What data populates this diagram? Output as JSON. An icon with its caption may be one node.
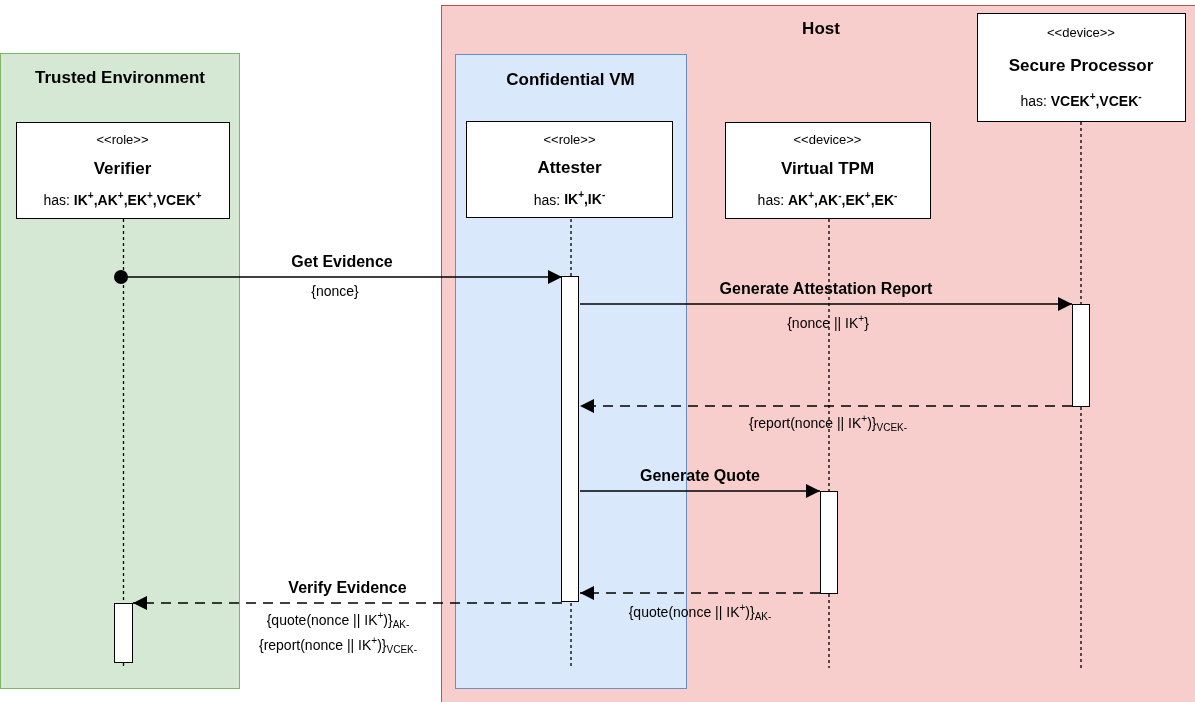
{
  "diagram": {
    "nodes": [
      {
        "text": [
          "Trusted Environment"
        ]
      },
      {
        "text": [
          "<<role>>",
          "Verifier",
          "has: **IK$^{+}$,AK$^{+}$,EK$^{+}$,VCEK$^{+}$**"
        ],
        "in": 0
      },
      {
        "text": [
          "Host"
        ]
      },
      {
        "text": [
          "Confidential VM"
        ],
        "in": 2
      },
      {
        "text": [
          "<<role>>",
          "Attester",
          "has: **IK$^{+}$,IK$^{-}$**"
        ],
        "in": 3
      },
      {
        "text": [
          "<<device>>",
          "Virtual TPM",
          "has: **AK$^{+}$,AK$^{-}$,EK$^{+}$,EK$^{-}$**"
        ],
        "in": 2
      },
      {
        "text": [
          "<<device>>",
          "Secure Processor",
          "has: **VCEK$^{+}$,VCEK$^{-}$**"
        ],
        "in": 2
      },
      {
        "text": [],
        "shape": "circle",
        "in": 0
      },
      {
        "text": [],
        "shape": "bar",
        "in": 0
      },
      {
        "text": [],
        "shape": "bar",
        "in": 3
      },
      {
        "text": [],
        "shape": "bar",
        "in": 2
      },
      {
        "text": [],
        "shape": "bar",
        "in": 2
      }
    ],
    "edges": [
      {
        "from": 7,
        "to": 9,
        "arrow": "to",
        "label": "Get Evidence"
      },
      {
        "from": 9,
        "to": 11,
        "arrow": "to",
        "label": "Generate Attestation Report"
      },
      {
        "from": 11,
        "to": 9,
        "arrow": "to",
        "style": "dashed"
      },
      {
        "from": 9,
        "to": 10,
        "arrow": "to",
        "label": "Generate Quote"
      },
      {
        "from": 10,
        "to": 9,
        "arrow": "to",
        "style": "dashed"
      },
      {
        "from": 9,
        "to": 8,
        "arrow": "to",
        "style": "dashed",
        "label": "Verify Evidence"
      },
      {
        "from": 1,
        "to": 8,
        "arrow": "none",
        "style": "dashed"
      },
      {
        "from": 8,
        "to": null,
        "arrow": "none",
        "style": "dashed"
      },
      {
        "from": 4,
        "to": 9,
        "arrow": "none",
        "style": "dashed"
      },
      {
        "from": 9,
        "to": null,
        "arrow": "none",
        "style": "dashed"
      },
      {
        "from": 5,
        "to": 10,
        "arrow": "none",
        "style": "dashed"
      },
      {
        "from": 10,
        "to": null,
        "arrow": "none",
        "style": "dashed"
      },
      {
        "from": 6,
        "to": 11,
        "arrow": "none",
        "style": "dashed"
      },
      {
        "from": 11,
        "to": null,
        "arrow": "none",
        "style": "dashed"
      }
    ],
    "labels": [
      "{nonce}",
      "{nonce || IK$^{+}$}",
      "{report(nonce || IK$^{+}$)}$_{VCEK-}$",
      "{quote(nonce || IK$^{+}$)}$_{AK-}$",
      "{quote(nonce || IK$^{+}$)}$_{AK-}$",
      "{report(nonce || IK$^{+}$)}$_{VCEK-}$"
    ]
  }
}
